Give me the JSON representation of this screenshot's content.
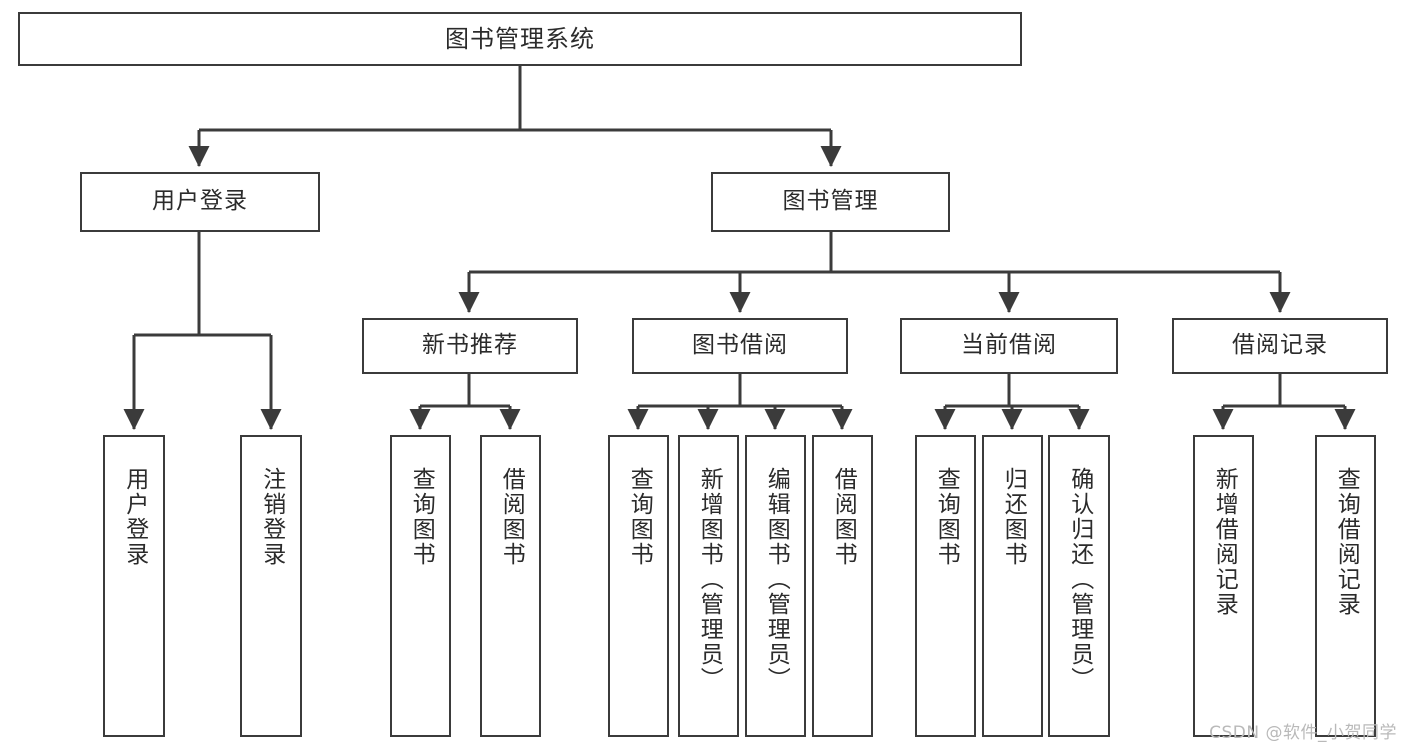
{
  "diagram": {
    "type": "tree",
    "title": "图书管理系统",
    "watermark": "CSDN @软件_小贺同学",
    "colors": {
      "box_border": "#3b3b3b",
      "box_fill": "#ffffff",
      "edge": "#3b3b3b",
      "text": "#2b2b2b",
      "watermark": "#b9b9b9"
    },
    "levels": {
      "root": {
        "label": "图书管理系统"
      },
      "level2": [
        {
          "label": "用户登录"
        },
        {
          "label": "图书管理"
        }
      ],
      "level3": [
        {
          "label": "新书推荐"
        },
        {
          "label": "图书借阅"
        },
        {
          "label": "当前借阅"
        },
        {
          "label": "借阅记录"
        }
      ],
      "leaves": {
        "user_login": [
          {
            "label": "用户登录"
          },
          {
            "label": "注销登录"
          }
        ],
        "new_book_recommend": [
          {
            "label": "查询图书"
          },
          {
            "label": "借阅图书"
          }
        ],
        "book_borrow": [
          {
            "label": "查询图书"
          },
          {
            "label": "新增图书（管理员）"
          },
          {
            "label": "编辑图书（管理员）"
          },
          {
            "label": "借阅图书"
          }
        ],
        "current_borrow": [
          {
            "label": "查询图书"
          },
          {
            "label": "归还图书"
          },
          {
            "label": "确认归还（管理员）"
          }
        ],
        "borrow_record": [
          {
            "label": "新增借阅记录"
          },
          {
            "label": "查询借阅记录"
          }
        ]
      }
    }
  }
}
